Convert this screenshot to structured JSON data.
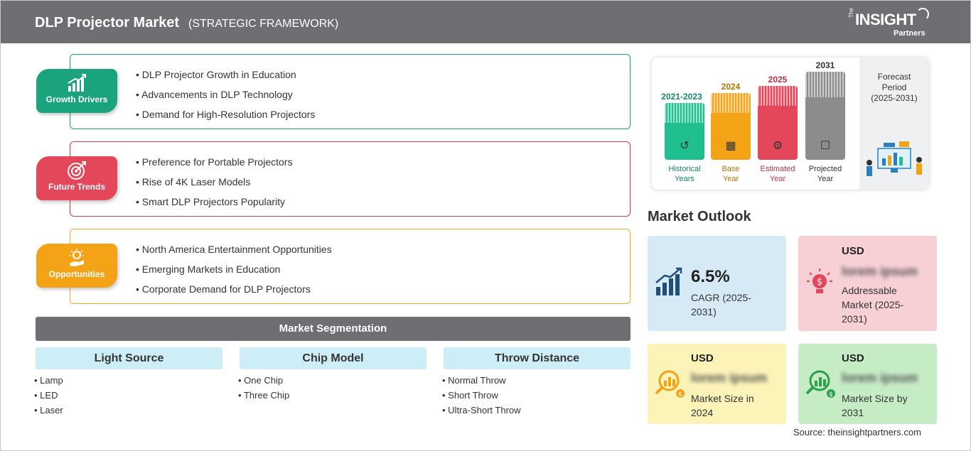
{
  "header": {
    "title": "DLP Projector Market",
    "subtitle": "(STRATEGIC FRAMEWORK)",
    "logo_the": "The",
    "logo_insight": "INSIGHT",
    "logo_partners": "Partners"
  },
  "categories": [
    {
      "label": "Growth Drivers",
      "icon": "chart-growth-icon",
      "color": "#1aa37d",
      "border": "#1aa37d",
      "items": [
        "DLP Projector Growth in Education",
        "Advancements in DLP Technology",
        "Demand for High-Resolution Projectors"
      ]
    },
    {
      "label": "Future Trends",
      "icon": "target-icon",
      "color": "#e4475a",
      "border": "#d9394c",
      "items": [
        "Preference for Portable Projectors",
        "Rise of 4K Laser Models",
        "Smart DLP Projectors Popularity"
      ]
    },
    {
      "label": "Opportunities",
      "icon": "lightbulb-hand-icon",
      "color": "#f5a316",
      "border": "#f2b01e",
      "items": [
        "North America Entertainment Opportunities",
        "Emerging Markets in Education",
        "Corporate Demand for DLP Projectors"
      ]
    }
  ],
  "segmentation": {
    "title": "Market Segmentation",
    "columns": [
      {
        "heading": "Light Source",
        "items": [
          "Lamp",
          "LED",
          "Laser"
        ]
      },
      {
        "heading": "Chip Model",
        "items": [
          "One Chip",
          "Three Chip"
        ]
      },
      {
        "heading": "Throw Distance",
        "items": [
          "Normal Throw",
          "Short Throw",
          "Ultra-Short Throw"
        ]
      }
    ]
  },
  "timeline": {
    "periods": [
      {
        "year": "2021-2023",
        "caption_line1": "Historical",
        "caption_line2": "Years",
        "color": "#1fbf8f",
        "text_color": "#16876a",
        "icon": "history-icon"
      },
      {
        "year": "2024",
        "caption_line1": "Base",
        "caption_line2": "Year",
        "color": "#f5a316",
        "text_color": "#b37400",
        "icon": "calendar-icon"
      },
      {
        "year": "2025",
        "caption_line1": "Estimated",
        "caption_line2": "Year",
        "color": "#e4475a",
        "text_color": "#c42f43",
        "icon": "estimate-icon"
      },
      {
        "year": "2031",
        "caption_line1": "Projected",
        "caption_line2": "Year",
        "color": "#8c8c8c",
        "text_color": "#333333",
        "icon": "presentation-icon"
      }
    ],
    "forecast_line1": "Forecast",
    "forecast_line2": "Period",
    "forecast_line3": "(2025-2031)"
  },
  "outlook": {
    "title": "Market Outlook",
    "cagr_value": "6.5%",
    "cagr_label": "CAGR (2025-2031)",
    "addressable_usd": "USD",
    "addressable_value": "lorem ipsum",
    "addressable_label": "Addressable Market (2025-2031)",
    "size2024_usd": "USD",
    "size2024_value": "lorem ipsum",
    "size2024_label": "Market Size in 2024",
    "size2031_usd": "USD",
    "size2031_value": "lorem ipsum",
    "size2031_label": "Market Size by 2031"
  },
  "source": "Source: theinsightpartners.com"
}
